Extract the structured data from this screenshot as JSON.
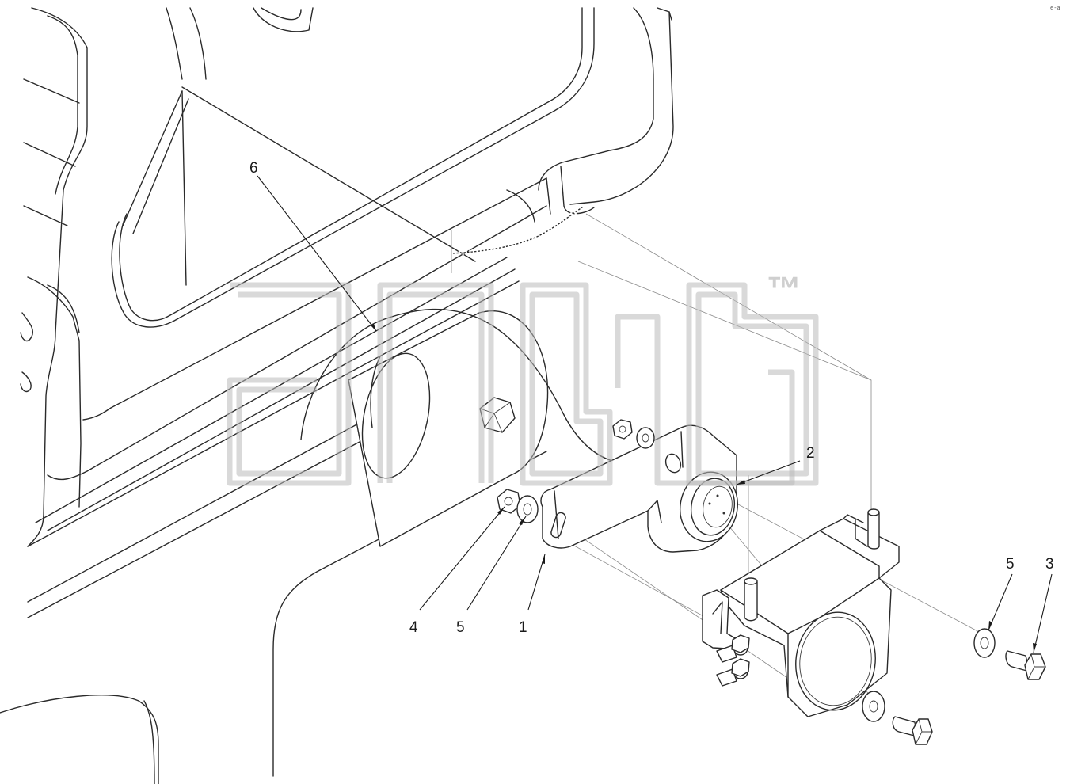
{
  "callouts": [
    {
      "id": "c6",
      "label": "6"
    },
    {
      "id": "c2",
      "label": "2"
    },
    {
      "id": "c4",
      "label": "4"
    },
    {
      "id": "c5a",
      "label": "5"
    },
    {
      "id": "c1",
      "label": "1"
    },
    {
      "id": "c5b",
      "label": "5"
    },
    {
      "id": "c3",
      "label": "3"
    }
  ],
  "watermark": {
    "trademark": "™"
  },
  "corner_code": "e-a"
}
